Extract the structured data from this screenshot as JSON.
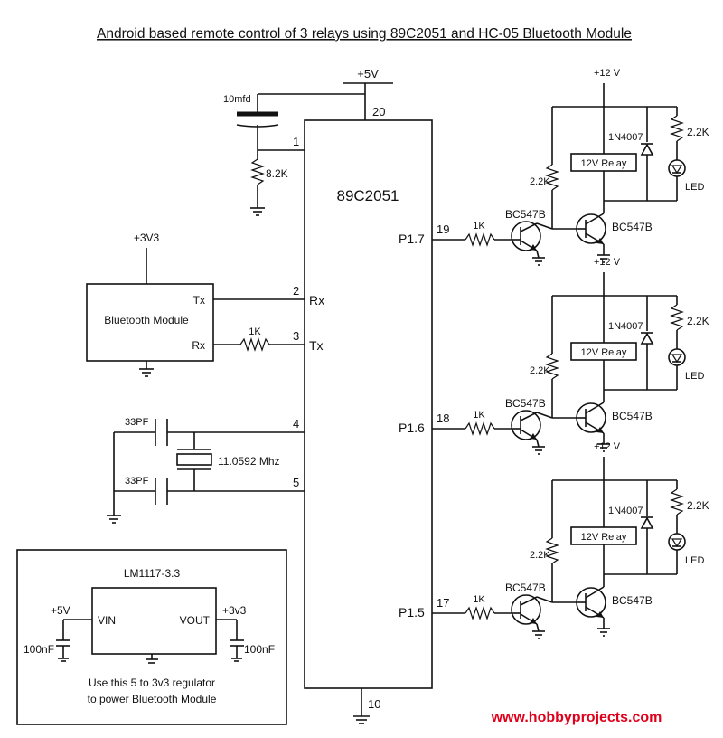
{
  "title": "Android based remote control of 3 relays using 89C2051 and HC-05 Bluetooth Module",
  "website": "www.hobbyprojects.com",
  "colors": {
    "line": "#111111",
    "website": "#e0001b",
    "background": "#ffffff"
  },
  "mcu": {
    "name": "89C2051",
    "vcc_label": "+5V",
    "pin_vcc": "20",
    "pin_gnd": "10",
    "pin_reset": "1",
    "pin_rx": "2",
    "pin_tx": "3",
    "pin_xtal1": "4",
    "pin_xtal2": "5",
    "rx_label": "Rx",
    "tx_label": "Tx",
    "ports": [
      {
        "label": "P1.7",
        "pin": "19"
      },
      {
        "label": "P1.6",
        "pin": "18"
      },
      {
        "label": "P1.5",
        "pin": "17"
      }
    ]
  },
  "reset": {
    "cap": "10mfd",
    "res": "8.2K"
  },
  "bluetooth": {
    "name": "Bluetooth Module",
    "supply": "+3V3",
    "tx": "Tx",
    "rx": "Rx",
    "series_res": "1K"
  },
  "crystal": {
    "freq": "11.0592 Mhz",
    "cap1": "33PF",
    "cap2": "33PF"
  },
  "regulator": {
    "name": "LM1117-3.3",
    "vin": "VIN",
    "vout": "VOUT",
    "in_label": "+5V",
    "out_label": "+3v3",
    "cap_in": "100nF",
    "cap_out": "100nF",
    "note_line1": "Use this 5 to 3v3 regulator",
    "note_line2": "to power Bluetooth Module"
  },
  "relay_stages": [
    {
      "supply": "+12 V",
      "diode": "1N4007",
      "relay": "12V Relay",
      "pullup": "2.2K",
      "led_res": "2.2K",
      "led": "LED",
      "base_res": "1K",
      "q1": "BC547B",
      "q2": "BC547B"
    },
    {
      "supply": "+12 V",
      "diode": "1N4007",
      "relay": "12V Relay",
      "pullup": "2.2K",
      "led_res": "2.2K",
      "led": "LED",
      "base_res": "1K",
      "q1": "BC547B",
      "q2": "BC547B"
    },
    {
      "supply": "+12 V",
      "diode": "1N4007",
      "relay": "12V Relay",
      "pullup": "2.2K",
      "led_res": "2.2K",
      "led": "LED",
      "base_res": "1K",
      "q1": "BC547B",
      "q2": "BC547B"
    }
  ]
}
